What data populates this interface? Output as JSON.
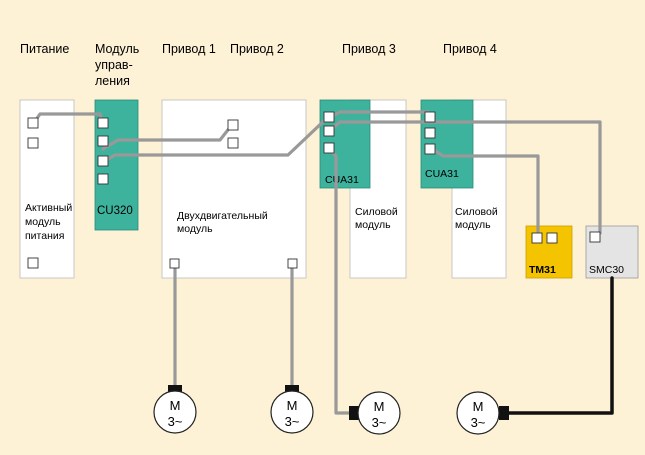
{
  "headers": {
    "power": "Питание",
    "control_line1": "Модуль",
    "control_line2": "управ-",
    "control_line3": "ления",
    "drive1": "Привод 1",
    "drive2": "Привод 2",
    "drive3": "Привод 3",
    "drive4": "Привод 4"
  },
  "modules": {
    "alm_line1": "Активный",
    "alm_line2": "модуль",
    "alm_line3": "питания",
    "cu320": "CU320",
    "dual_line1": "Двухдвигательный",
    "dual_line2": "модуль",
    "cua31_drive3": "CUA31",
    "cua31_drive4": "CUA31",
    "power_module_drive3_line1": "Силовой",
    "power_module_drive3_line2": "модуль",
    "power_module_drive4_line1": "Силовой",
    "power_module_drive4_line2": "модуль",
    "tm31": "TM31",
    "smc30": "SMC30"
  },
  "motors": {
    "m1": {
      "line1": "M",
      "line2": "3~"
    },
    "m2": {
      "line1": "M",
      "line2": "3~"
    },
    "m3": {
      "line1": "M",
      "line2": "3~"
    },
    "m4": {
      "line1": "M",
      "line2": "3~"
    }
  },
  "colors": {
    "background": "#fdf2d6",
    "control_unit": "#3db39e",
    "tm31": "#f5c400",
    "smc30": "#e4e4e4",
    "drive_cliq_cable": "#999999",
    "encoder_cable": "#111111"
  }
}
